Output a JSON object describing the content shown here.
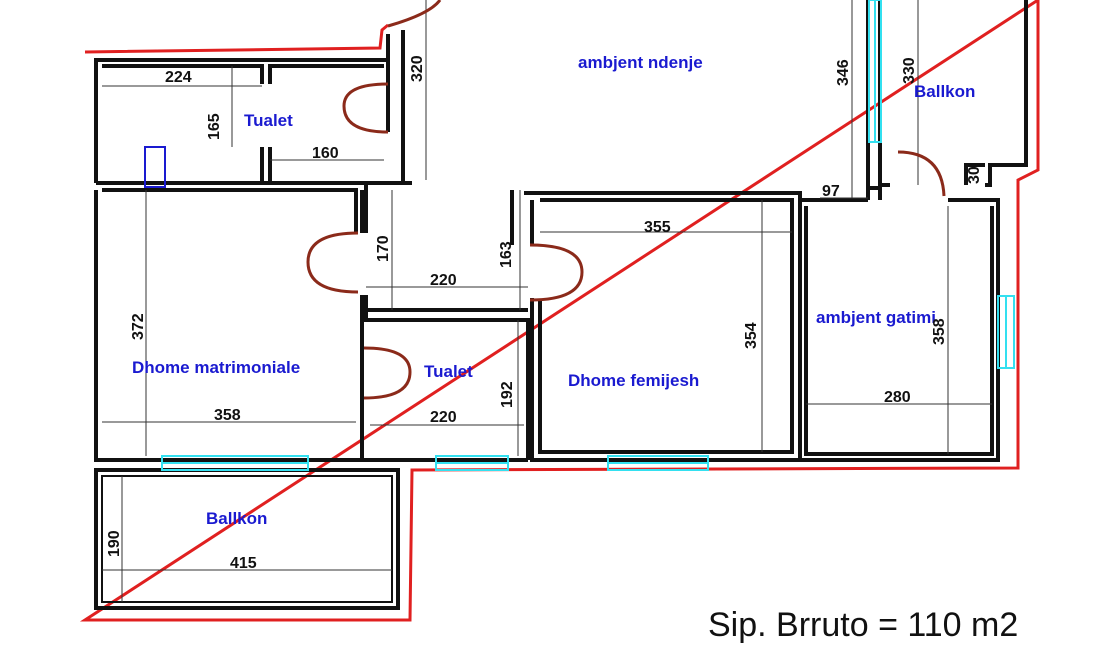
{
  "rooms": {
    "living": "ambjent ndenje",
    "toilet_top": "Tualet",
    "balcony_top": "Ballkon",
    "master_bedroom": "Dhome matrimoniale",
    "toilet_mid": "Tualet",
    "children_room": "Dhome femijesh",
    "kitchen": "ambjent gatimi",
    "balcony_bottom": "Ballkon"
  },
  "dimensions": {
    "d224": "224",
    "d165": "165",
    "d160": "160",
    "d320": "320",
    "d346": "346",
    "d330": "330",
    "d97": "97",
    "d30": "30",
    "d170": "170",
    "d220a": "220",
    "d163": "163",
    "d355": "355",
    "d354": "354",
    "d372": "372",
    "d358a": "358",
    "d220b": "220",
    "d192": "192",
    "d358b": "358",
    "d280": "280",
    "d190": "190",
    "d415": "415"
  },
  "area": "Sip. Brruto = 110 m2",
  "colors": {
    "wall": "#111111",
    "outline": "#e02020",
    "door": "#8b2a1a",
    "window": "#33e0f0",
    "label": "#1a1ad0"
  }
}
